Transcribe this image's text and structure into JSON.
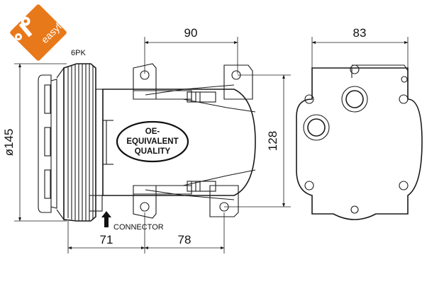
{
  "logo": {
    "text": "easyfit",
    "color": "#e8791b"
  },
  "labels": {
    "belt": "6PK",
    "connector": "CONNECTOR",
    "quality_line1": "OE-",
    "quality_line2": "EQUIVALENT",
    "quality_line3": "QUALITY"
  },
  "dimensions": {
    "side_depth": "90",
    "front_width": "83",
    "pulley_diameter": "ø145",
    "height": "128",
    "left_offset": "71",
    "right_offset": "78"
  }
}
